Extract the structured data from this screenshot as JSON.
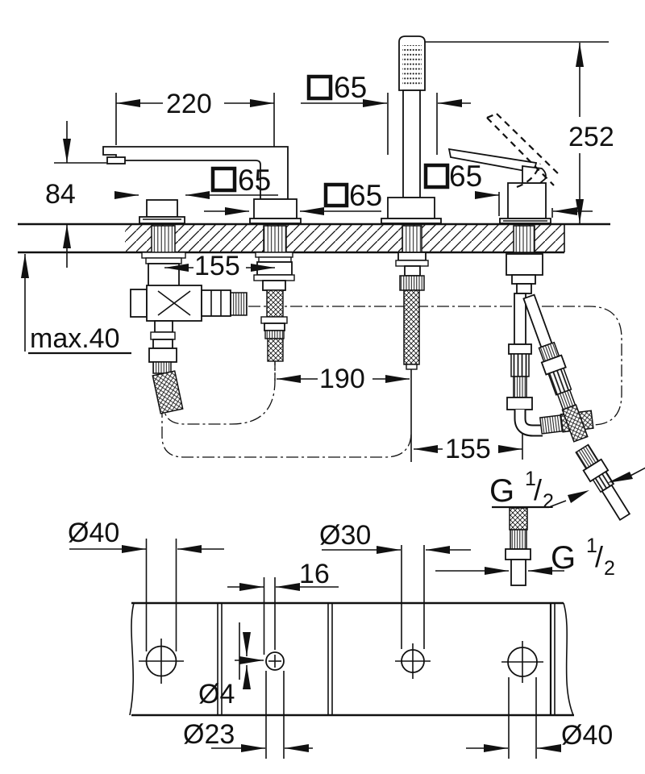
{
  "drawing": {
    "kind": "faucet-installation-diagram",
    "dims": {
      "square65": "65",
      "d220": "220",
      "d252": "252",
      "d84": "84",
      "d155_top": "155",
      "d190": "190",
      "d155_bottom": "155",
      "max40": "max.40",
      "d16": "16",
      "dia40_left": "Ø40",
      "dia30": "Ø30",
      "dia4": "Ø4",
      "dia23": "Ø23",
      "dia40_right": "Ø40",
      "g": "G",
      "g_num": "1",
      "g_slash": "/",
      "g_den": "2"
    },
    "colors": {
      "ink": "#111111",
      "paper": "#ffffff"
    }
  }
}
